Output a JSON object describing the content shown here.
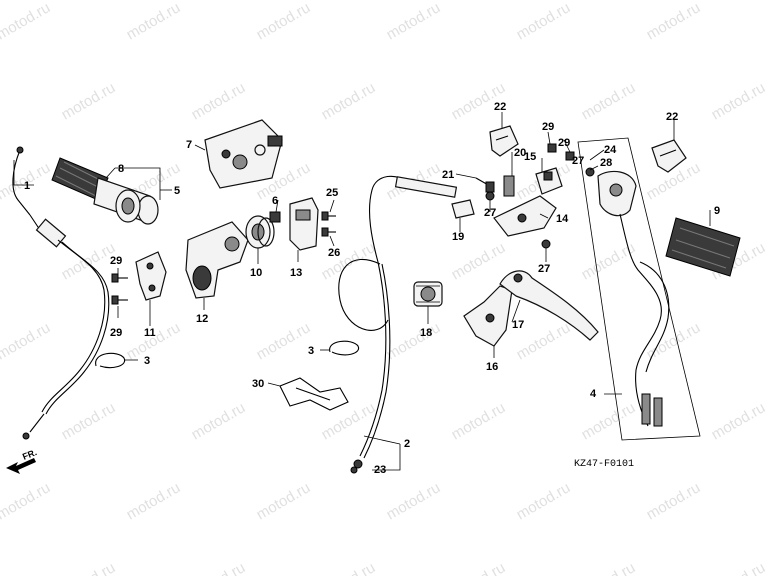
{
  "diagram": {
    "code": "KZ47-F0101",
    "front_label": "FR.",
    "watermark": "motod.ru",
    "callouts": [
      "1",
      "2",
      "3",
      "3",
      "4",
      "5",
      "6",
      "7",
      "8",
      "9",
      "10",
      "11",
      "12",
      "13",
      "14",
      "15",
      "16",
      "17",
      "18",
      "19",
      "20",
      "21",
      "22",
      "22",
      "23",
      "24",
      "25",
      "26",
      "27",
      "27",
      "27",
      "28",
      "29",
      "29",
      "29",
      "29",
      "30"
    ]
  }
}
